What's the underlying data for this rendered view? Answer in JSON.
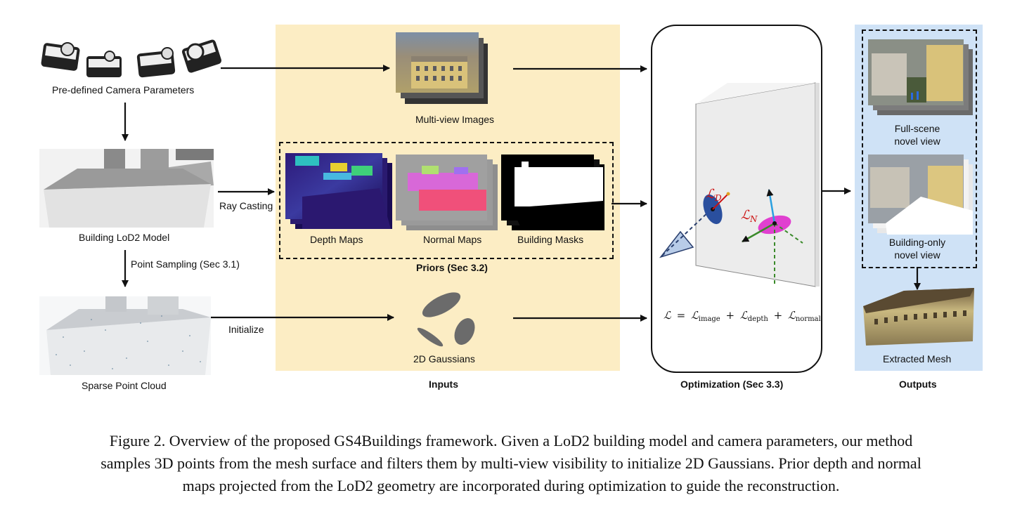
{
  "labels": {
    "camera_params": "Pre-defined Camera Parameters",
    "lod2_model": "Building LoD2 Model",
    "point_sampling": "Point Sampling (Sec 3.1)",
    "sparse_cloud": "Sparse Point Cloud",
    "ray_casting": "Ray Casting",
    "initialize": "Initialize",
    "multi_view": "Multi-view Images",
    "depth_maps": "Depth Maps",
    "normal_maps": "Normal Maps",
    "building_masks": "Building Masks",
    "priors": "Priors (Sec 3.2)",
    "gaussians": "2D Gaussians",
    "inputs": "Inputs",
    "optimization": "Optimization (Sec 3.3)",
    "outputs": "Outputs",
    "full_scene_1": "Full-scene",
    "full_scene_2": "novel view",
    "building_only_1": "Building-only",
    "building_only_2": "novel view",
    "extracted_mesh": "Extracted Mesh",
    "loss_L": "ℒ",
    "loss_eq": "=",
    "loss_plus1": "+",
    "loss_plus2": "+",
    "loss_image_sub": "image",
    "loss_depth_sub": "depth",
    "loss_normal_sub": "normal",
    "loss_D_sub": "D",
    "loss_N_sub": "N"
  },
  "caption": {
    "line1": "Figure 2. Overview of the proposed GS4Buildings framework. Given a LoD2 building model and camera parameters, our method",
    "line2": "samples 3D points from the mesh surface and filters them by multi-view visibility to initialize 2D Gaussians. Prior depth and normal",
    "line3": "maps projected from the LoD2 geometry are incorporated during optimization to guide the reconstruction."
  },
  "colors": {
    "inputs_bg": "#fcedc4",
    "outputs_bg": "#cfe2f6",
    "loss_D": "#cc1111",
    "loss_N": "#cc1111",
    "normal_arrow": "#2aa0e0",
    "tangent_arrow": "#3a8a2a",
    "gaussian_ellipse": "#2a4f9e",
    "gaussian_magenta": "#e040d0"
  }
}
